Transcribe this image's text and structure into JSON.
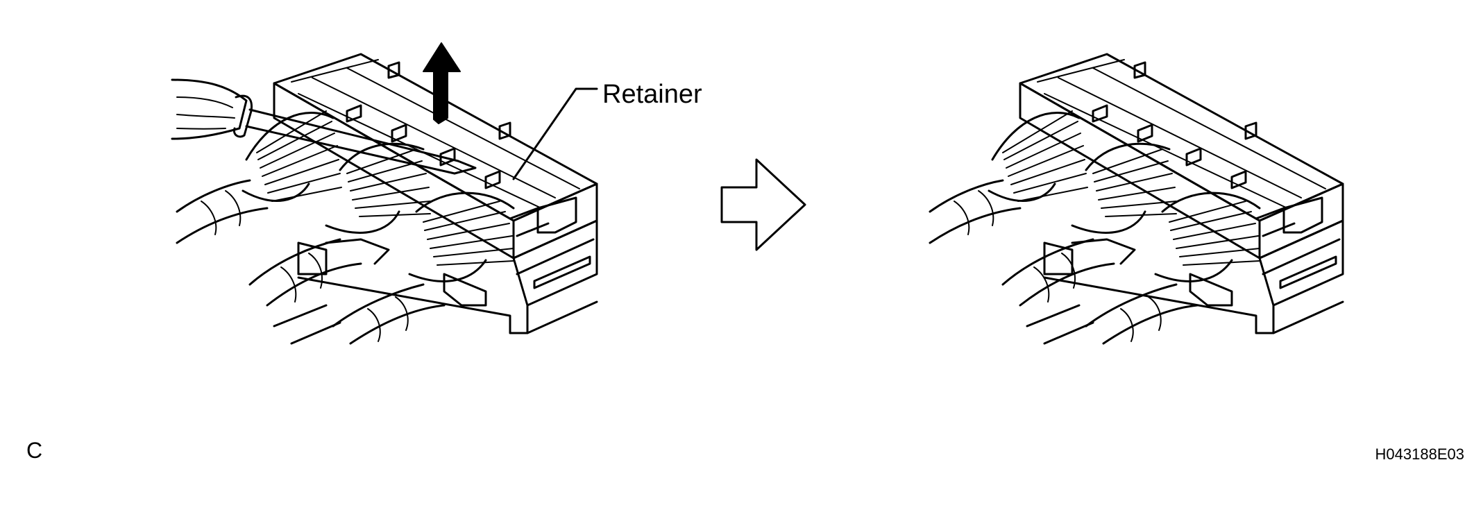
{
  "labels": {
    "retainer": "Retainer",
    "view_letter": "C",
    "figure_code": "H043188E03"
  },
  "icons": {
    "lift_arrow": "arrow-up-icon",
    "step_arrow": "arrow-right-icon",
    "tool": "screwdriver-icon"
  },
  "colors": {
    "ink": "#000000",
    "paper": "#ffffff"
  }
}
